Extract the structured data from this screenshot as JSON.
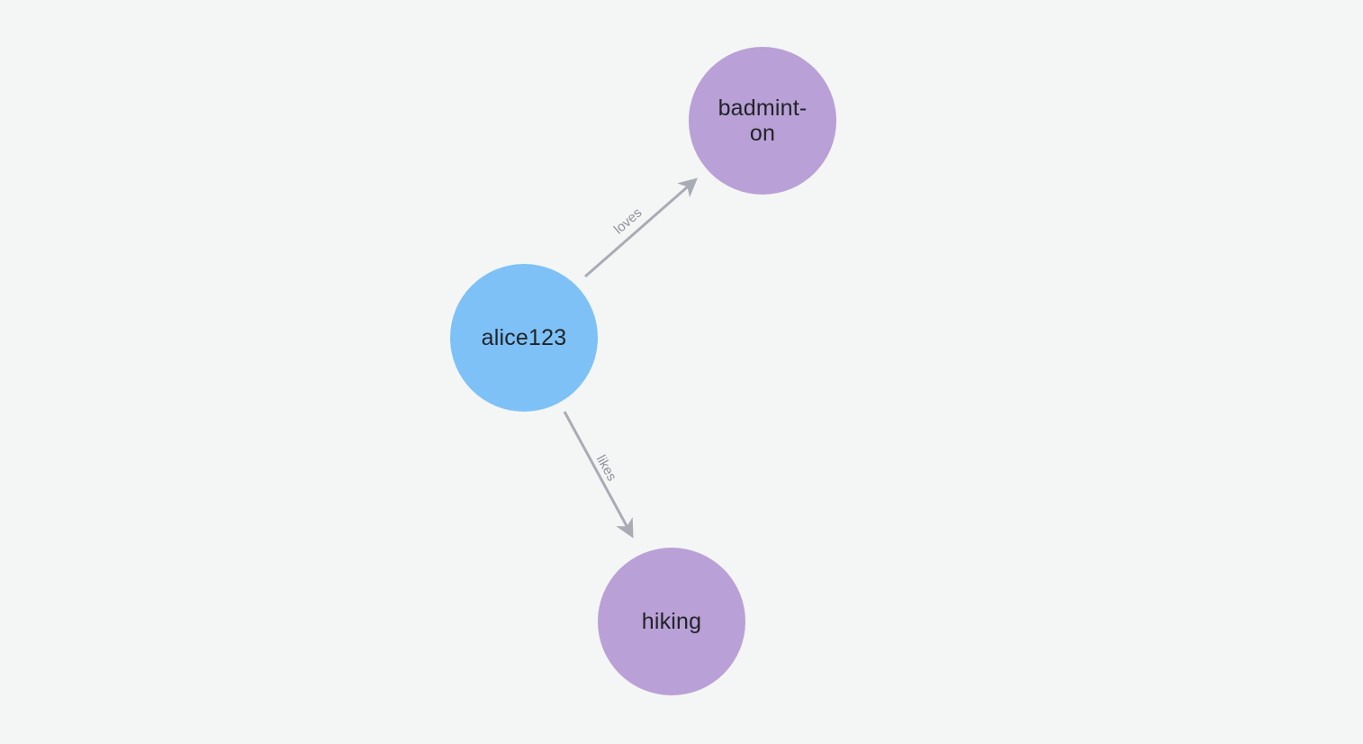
{
  "canvas": {
    "background_color": "#f4f5f5"
  },
  "graph": {
    "nodes": [
      {
        "id": "alice123",
        "label": "alice123",
        "display_lines": [
          "alice123"
        ],
        "color": "#7dc1f7"
      },
      {
        "id": "badminton",
        "label": "badminton",
        "display_lines": [
          "badmint-",
          "on"
        ],
        "color": "#b9a0d6"
      },
      {
        "id": "hiking",
        "label": "hiking",
        "display_lines": [
          "hiking"
        ],
        "color": "#b9a0d6"
      }
    ],
    "edges": [
      {
        "from": "alice123",
        "to": "badminton",
        "label": "loves"
      },
      {
        "from": "alice123",
        "to": "hiking",
        "label": "likes"
      }
    ],
    "colors": {
      "node_blue": "#7dc1f7",
      "node_purple": "#b9a0d6",
      "edge_line": "#a9acb4",
      "edge_label_text": "#8f939a",
      "node_label_text": "#212428"
    }
  }
}
